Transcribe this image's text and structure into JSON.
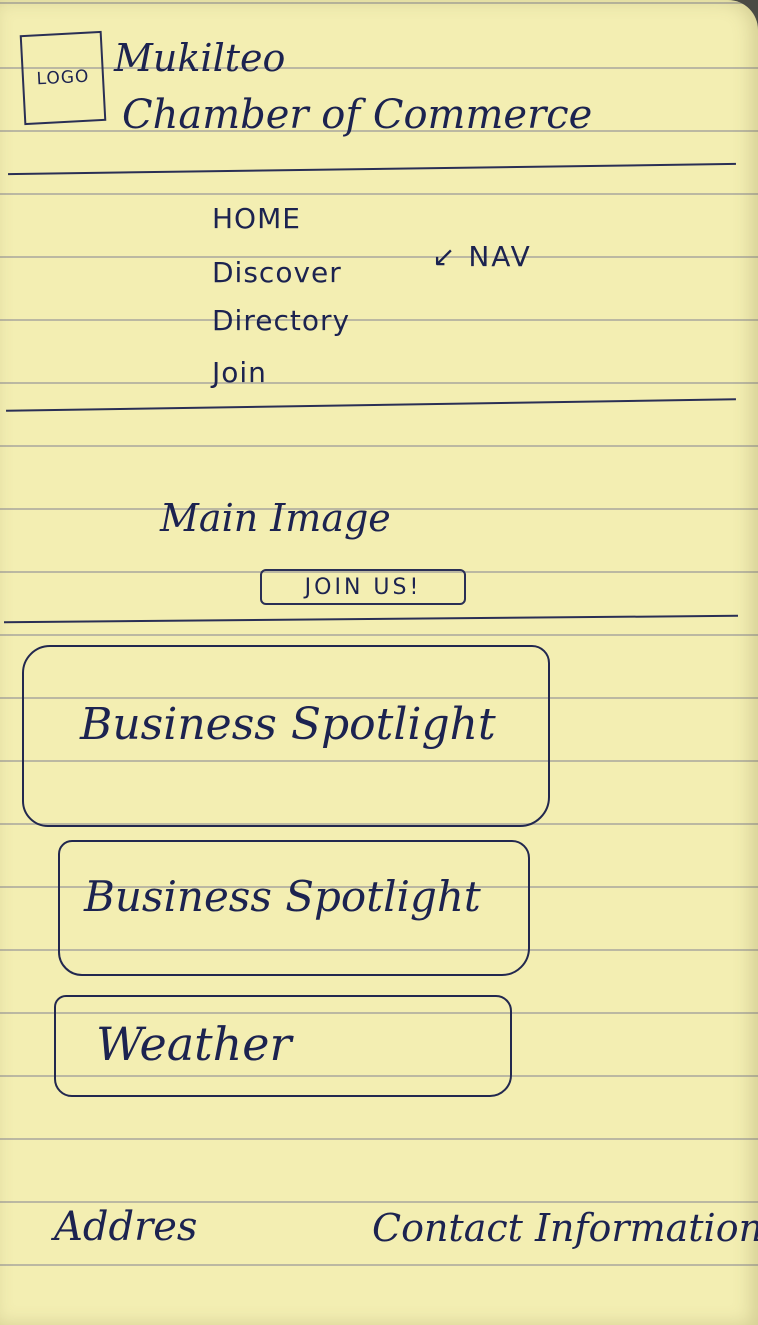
{
  "header": {
    "logo_label": "LOGO",
    "title_line1": "Mukilteo",
    "title_line2": "Chamber of Commerce"
  },
  "nav": {
    "items": [
      {
        "label": "HOME"
      },
      {
        "label": "Discover"
      },
      {
        "label": "Directory"
      },
      {
        "label": "Join"
      }
    ],
    "annotation": "↙ NAV"
  },
  "hero": {
    "image_label": "Main Image",
    "join_button": "JOIN US!"
  },
  "cards": [
    {
      "label": "Business Spotlight"
    },
    {
      "label": "Business Spotlight"
    },
    {
      "label": "Weather"
    }
  ],
  "footer": {
    "address": "Addres",
    "contact": "Contact Information"
  }
}
